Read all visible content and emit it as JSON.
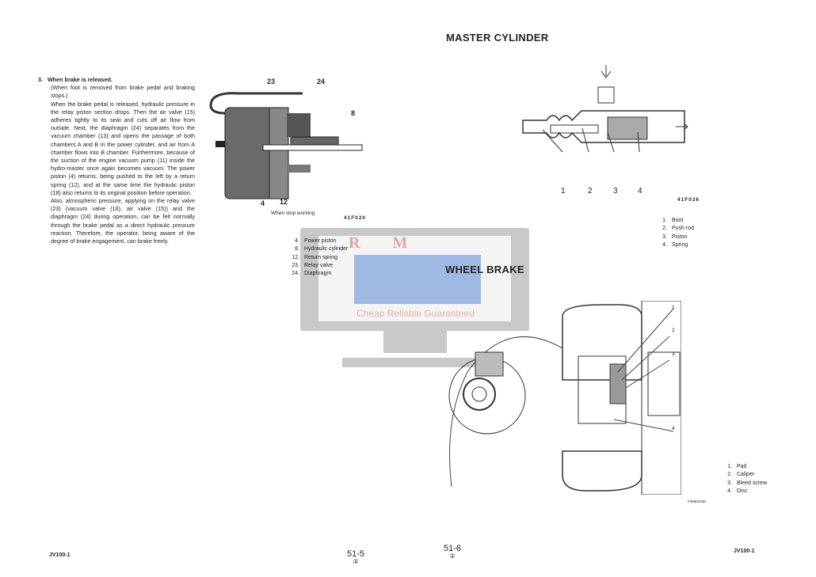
{
  "left_page": {
    "section_number": "3.",
    "section_heading": "When brake is released.",
    "paragraphs": [
      "(When foot is removed from brake pedal and braking stops.)",
      "When the brake pedal is released, hydraulic pressure in the relay piston section drops. Then the air valve (15) adheres tightly to its seat and cuts off air flow from outside. Next, the diaphragm (24) separates from the vacuum chamber (13) and opens the passage of both chambers A and B in the power cylinder, and air from A chamber flows into B chamber. Furthermore, because of the suction of the engine vacuum pump (11) inside the hydro-master once again becomes vacuum. The power piston (4) returns, being pushed to the left by a return spring (12), and at the same time the hydraulic piston (18) also returns to its original position before operation.",
      "Also, atmospheric pressure, applying on the relay valve (23) (vacuum valve (16), air valve (15)) and the diaphragm (24) during operation, can be felt normally through the brake pedal as a direct hydraulic pressure reaction. Therefore, the operator, being aware of the degree of brake engagement, can brake freely."
    ],
    "figure": {
      "callouts": [
        "23",
        "24",
        "8",
        "4",
        "12"
      ],
      "caption": "When stop working",
      "code": "41F020",
      "legend": [
        {
          "num": "4.",
          "label": "Power piston"
        },
        {
          "num": "8.",
          "label": "Hydraulic cylinder"
        },
        {
          "num": "12.",
          "label": "Return spring"
        },
        {
          "num": "23.",
          "label": "Relay valve"
        },
        {
          "num": "24.",
          "label": "Diaphragm"
        }
      ]
    },
    "footer_model": "JV100-1",
    "page_number": "51-5",
    "revision": "②"
  },
  "right_page": {
    "master_cylinder": {
      "title": "MASTER CYLINDER",
      "callouts": [
        "1",
        "2",
        "3",
        "4"
      ],
      "code": "41F026",
      "legend": [
        {
          "num": "1.",
          "label": "Boot"
        },
        {
          "num": "2.",
          "label": "Push rod"
        },
        {
          "num": "3.",
          "label": "Piston"
        },
        {
          "num": "4.",
          "label": "Spring"
        }
      ]
    },
    "wheel_brake": {
      "title": "WHEEL BRAKE",
      "callouts": [
        "1",
        "2",
        "3",
        "4"
      ],
      "code": "F26601038",
      "legend": [
        {
          "num": "1.",
          "label": "Pad"
        },
        {
          "num": "2.",
          "label": "Caliper"
        },
        {
          "num": "3.",
          "label": "Bleed screw"
        },
        {
          "num": "4.",
          "label": "Disc"
        }
      ]
    },
    "footer_model": "JV100-1",
    "page_number": "51-6",
    "revision": "②"
  },
  "watermark": {
    "logo_text": "R M",
    "tagline": "Cheap Reliable Guaranteed"
  },
  "colors": {
    "watermark_gray": "#c8c8c8",
    "watermark_blue": "#7a9fd6",
    "watermark_red": "#e8a09a"
  }
}
